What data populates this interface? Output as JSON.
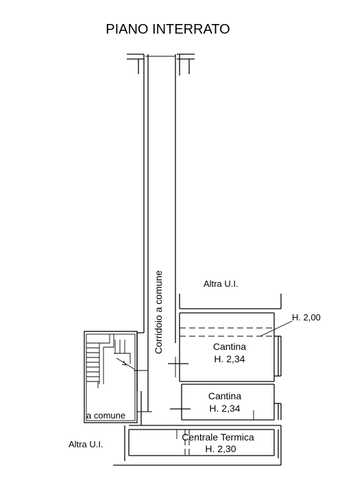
{
  "title": "PIANO INTERRATO",
  "labels": {
    "altra_ui_top": "Altra U.I.",
    "altra_ui_left": "Altra U.I.",
    "corridoio": "Corridoio a comune",
    "scala_comune": "a comune",
    "height_dashed": "H. 2,00",
    "cantina_1": "Cantina",
    "cantina_1_height": "H. 2,34",
    "cantina_2": "Cantina",
    "cantina_2_height": "H. 2,34",
    "centrale_termica": "Centrale Termica",
    "centrale_termica_height": "H. 2,30"
  }
}
